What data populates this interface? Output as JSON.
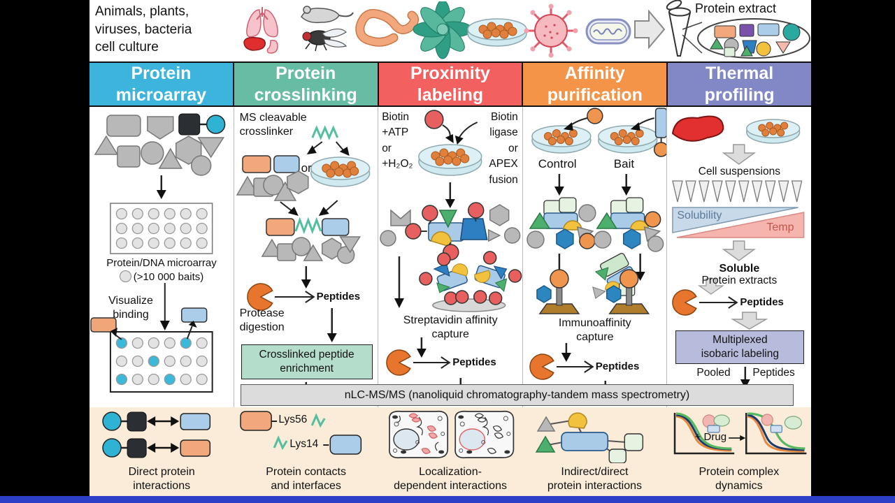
{
  "top": {
    "source_line1": "Animals, plants,",
    "source_line2": "viruses, bacteria",
    "source_line3": "cell culture",
    "protein_extract": "Protein extract",
    "organisms": [
      "lungs-liver-stomach",
      "mouse-fly",
      "worm",
      "plant",
      "cell-culture-dish",
      "virus",
      "bacteria"
    ]
  },
  "headers": [
    {
      "line1": "Protein",
      "line2": "microarray",
      "color": "#3cb4dc"
    },
    {
      "line1": "Protein",
      "line2": "crosslinking",
      "color": "#66bda4"
    },
    {
      "line1": "Proximity",
      "line2": "labeling",
      "color": "#f26060"
    },
    {
      "line1": "Affinity",
      "line2": "purification",
      "color": "#f49448"
    },
    {
      "line1": "Thermal",
      "line2": "profiling",
      "color": "#8287c6"
    }
  ],
  "col1": {
    "microarray_label": "Protein/DNA microarray",
    "baits_label": "(>10 000 baits)",
    "visualize_line1": "Visualize",
    "visualize_line2": "binding"
  },
  "col2": {
    "crosslinker_line1": "MS cleavable",
    "crosslinker_line2": "crosslinker",
    "or": "or",
    "protease_line1": "Protease",
    "protease_line2": "digestion",
    "peptides": "Peptides",
    "enrichment_line1": "Crosslinked peptide",
    "enrichment_line2": "enrichment"
  },
  "col3": {
    "left_l1": "Biotin",
    "left_l2": "+ATP",
    "left_l3": "or",
    "left_l4": "+H₂O₂",
    "right_l1": "Biotin",
    "right_l2": "ligase",
    "right_l3": "or",
    "right_l4": "APEX",
    "right_l5": "fusion",
    "capture_line1": "Streptavidin affinity",
    "capture_line2": "capture",
    "peptides": "Peptides"
  },
  "col4": {
    "control": "Control",
    "bait": "Bait",
    "capture_line1": "Immunoaffinity",
    "capture_line2": "capture",
    "peptides": "Peptides"
  },
  "col5": {
    "cell_suspensions": "Cell suspensions",
    "solubility": "Solubility",
    "temp": "Temp",
    "soluble": "Soluble",
    "protein_extracts": "Protein extracts",
    "peptides": "Peptides",
    "labeling_line1": "Multiplexed",
    "labeling_line2": "isobaric labeling",
    "pooled": "Pooled",
    "pooled_peptides": "Peptides"
  },
  "ms_bar": {
    "label": "nLC-MS/MS (nanoliquid chromatography-tandem mass spectrometry)"
  },
  "bottom": {
    "captions": [
      [
        "Direct protein",
        "interactions"
      ],
      [
        "Protein contacts",
        "and interfaces"
      ],
      [
        "Localization-",
        "dependent interactions"
      ],
      [
        "Indirect/direct",
        "protein interactions"
      ],
      [
        "Protein complex",
        "dynamics"
      ]
    ],
    "lys56": "Lys56",
    "lys14": "Lys14",
    "drug": "+ Drug"
  },
  "palette": {
    "header_microarray": "#3cb4dc",
    "header_crosslinking": "#66bda4",
    "header_proximity": "#f26060",
    "header_affinity": "#f49448",
    "header_thermal": "#8287c6",
    "enrichment_box": "#b5ddcb",
    "labeling_box": "#b7bcdc",
    "ms_bar_bg": "#dcdcdc",
    "results_bg": "#faecd9",
    "bottom_bar_blue": "#2c3fc6",
    "protease_orange": "#e8752e",
    "biotin_red": "#e85f5f",
    "bait_cyan": "#2fb3d4",
    "crosslinker_teal": "#52bfa0"
  }
}
